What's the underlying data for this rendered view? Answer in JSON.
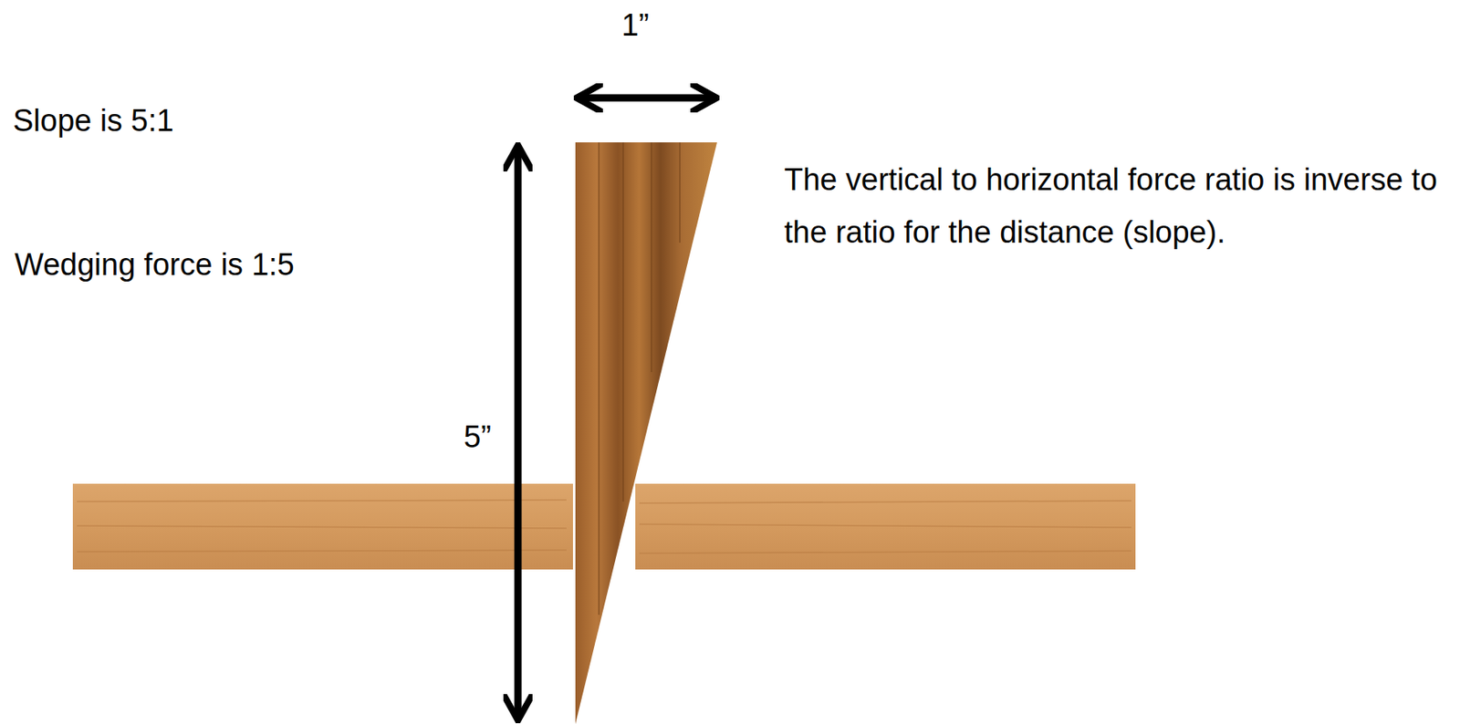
{
  "diagram": {
    "labels": [
      "1”",
      "Slope is 5:1",
      "Wedging force is 1:5",
      "5”",
      "The vertical to horizontal force ratio is inverse to the ratio for the distance (slope)."
    ]
  }
}
